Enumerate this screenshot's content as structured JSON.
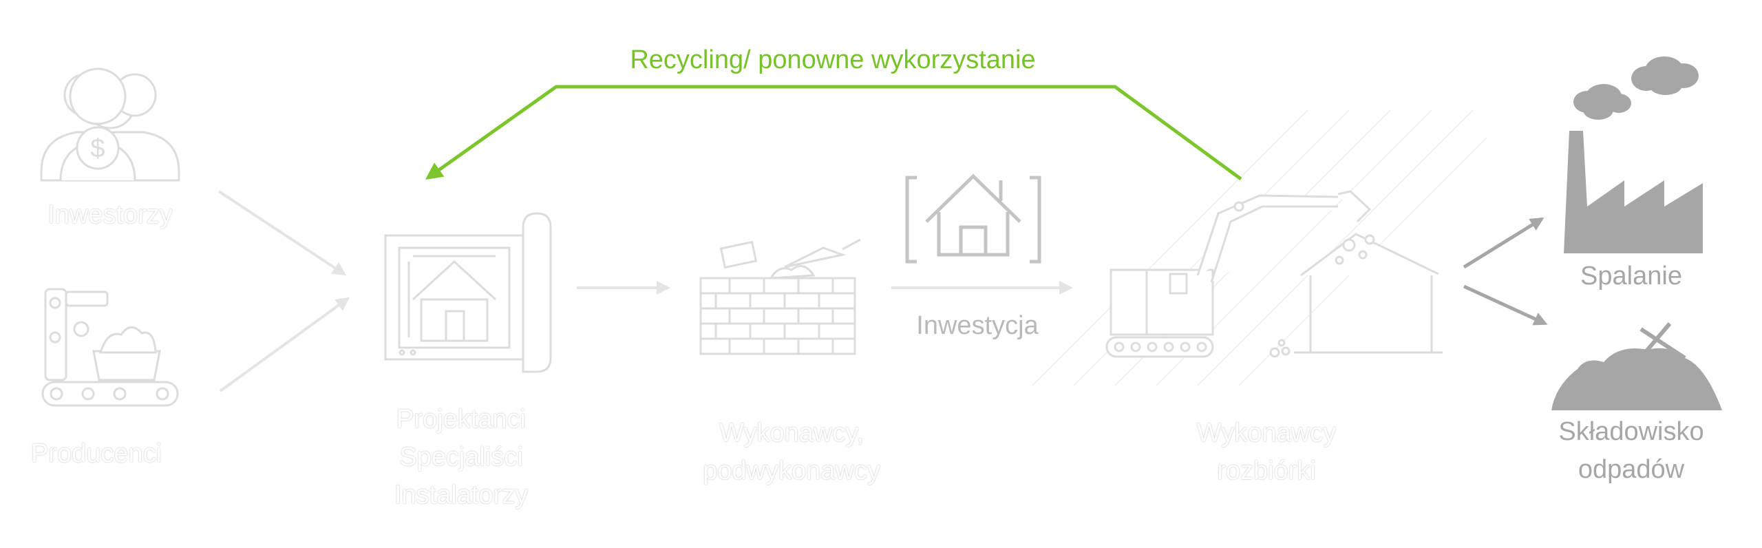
{
  "colors": {
    "recycle_arrow": "#7cc52c",
    "end_icons": "#a6a6a6",
    "end_arrows": "#a6a6a6",
    "inwestycja_icon": "#c4c4c4",
    "faded_outline": "#dcdcdc"
  },
  "recycling": {
    "label": "Recycling/ ponowne wykorzystanie"
  },
  "stages": {
    "inwestorzy": {
      "label": "Inwestorzy",
      "icon": "investor-people-dollar-icon"
    },
    "producenci": {
      "label": "Producenci",
      "icon": "factory-conveyor-icon"
    },
    "projektanci": {
      "lines": [
        "Projektanci",
        "Specjaliści",
        "Instalatorzy"
      ],
      "icon": "blueprint-house-icon"
    },
    "wykonawcy": {
      "lines": [
        "Wykonawcy,",
        "podwykonawcy"
      ],
      "icon": "brick-wall-trowel-icon"
    },
    "inwestycja": {
      "label": "Inwestycja",
      "icon": "house-brackets-icon"
    },
    "rozbiorka": {
      "lines": [
        "Wykonawcy",
        "rozbiórki"
      ],
      "icon": "excavator-demolition-icon"
    },
    "spalanie": {
      "label": "Spalanie",
      "icon": "factory-smoke-icon"
    },
    "skladowisko": {
      "lines": [
        "Składowisko",
        "odpadów"
      ],
      "icon": "landfill-icon"
    }
  }
}
